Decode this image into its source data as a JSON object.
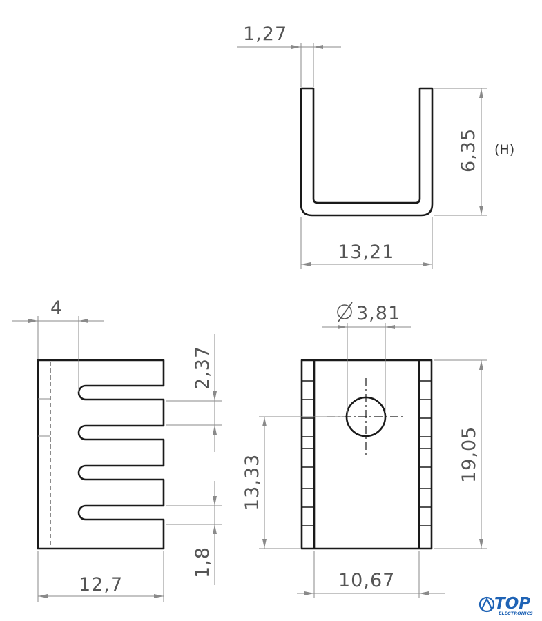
{
  "dimensions": {
    "top_thickness": "1,27",
    "top_width": "13,21",
    "top_height": "6,35",
    "top_height_note": "(H)",
    "side_offset": "4",
    "side_fin_pitch": "2,37",
    "side_width": "12,7",
    "side_fin_gap": "1,8",
    "front_hole_diameter": "3,81",
    "front_hole_height": "13,33",
    "front_height": "19,05",
    "front_inner_width": "10,67"
  },
  "logo": {
    "name": "TOP",
    "tagline": "ELECTRONICS",
    "color": "#1f63b5"
  }
}
